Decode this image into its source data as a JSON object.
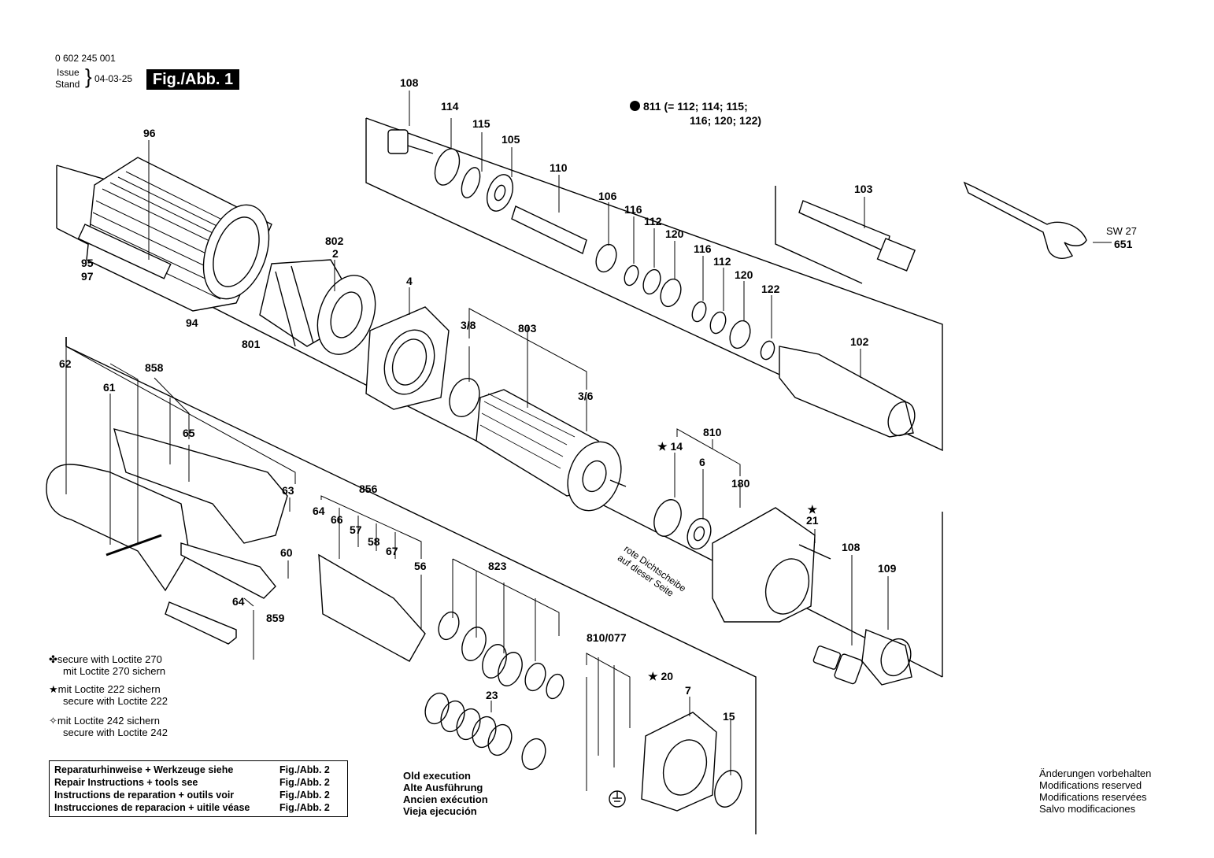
{
  "header": {
    "part_number": "0 602 245 001",
    "issue_label": "Issue",
    "stand_label": "Stand",
    "issue_date": "04-03-25",
    "figure_label": "Fig./Abb. 1"
  },
  "set_note": {
    "line1": "811 (= 112; 114; 115;",
    "line2": "116; 120; 122)"
  },
  "callouts": [
    {
      "id": "c96",
      "text": "96"
    },
    {
      "id": "c95",
      "text": "95"
    },
    {
      "id": "c97",
      "text": "97"
    },
    {
      "id": "c94",
      "text": "94"
    },
    {
      "id": "c801",
      "text": "801"
    },
    {
      "id": "c802",
      "text": "802"
    },
    {
      "id": "c2",
      "text": "2"
    },
    {
      "id": "c4",
      "text": "4"
    },
    {
      "id": "c108a",
      "text": "108"
    },
    {
      "id": "c114",
      "text": "114"
    },
    {
      "id": "c115",
      "text": "115"
    },
    {
      "id": "c105",
      "text": "105"
    },
    {
      "id": "c110",
      "text": "110"
    },
    {
      "id": "c106",
      "text": "106"
    },
    {
      "id": "c116a",
      "text": "116"
    },
    {
      "id": "c112a",
      "text": "112"
    },
    {
      "id": "c120a",
      "text": "120"
    },
    {
      "id": "c116b",
      "text": "116"
    },
    {
      "id": "c112b",
      "text": "112"
    },
    {
      "id": "c120b",
      "text": "120"
    },
    {
      "id": "c122",
      "text": "122"
    },
    {
      "id": "c103",
      "text": "103"
    },
    {
      "id": "csw",
      "text": "SW 27"
    },
    {
      "id": "c651",
      "text": "651"
    },
    {
      "id": "c102",
      "text": "102"
    },
    {
      "id": "c38",
      "text": "3/8"
    },
    {
      "id": "c803",
      "text": "803"
    },
    {
      "id": "c36",
      "text": "3/6"
    },
    {
      "id": "c810",
      "text": "810"
    },
    {
      "id": "c14",
      "text": "14"
    },
    {
      "id": "c6",
      "text": "6"
    },
    {
      "id": "c180",
      "text": "180"
    },
    {
      "id": "c21",
      "text": "21"
    },
    {
      "id": "c108b",
      "text": "108"
    },
    {
      "id": "c109",
      "text": "109"
    },
    {
      "id": "c62",
      "text": "62"
    },
    {
      "id": "c61",
      "text": "61"
    },
    {
      "id": "c858",
      "text": "858"
    },
    {
      "id": "c65",
      "text": "65"
    },
    {
      "id": "c63",
      "text": "63"
    },
    {
      "id": "c856",
      "text": "856"
    },
    {
      "id": "c64a",
      "text": "64"
    },
    {
      "id": "c66",
      "text": "66"
    },
    {
      "id": "c57",
      "text": "57"
    },
    {
      "id": "c58",
      "text": "58"
    },
    {
      "id": "c67",
      "text": "67"
    },
    {
      "id": "c56",
      "text": "56"
    },
    {
      "id": "c60",
      "text": "60"
    },
    {
      "id": "c64b",
      "text": "64"
    },
    {
      "id": "c859",
      "text": "859"
    },
    {
      "id": "c823",
      "text": "823"
    },
    {
      "id": "c23",
      "text": "23"
    },
    {
      "id": "c810077",
      "text": "810/077"
    },
    {
      "id": "c20",
      "text": "20"
    },
    {
      "id": "c7",
      "text": "7"
    },
    {
      "id": "c15",
      "text": "15"
    }
  ],
  "seal_note": {
    "line1": "rote Dichtscheibe",
    "line2": "auf dieser Seite"
  },
  "legend": [
    {
      "symbol": "✤",
      "line1": "secure with Loctite 270",
      "line2": "mit Loctite 270 sichern"
    },
    {
      "symbol": "★",
      "line1": "mit Loctite 222 sichern",
      "line2": "secure with Loctite 222"
    },
    {
      "symbol": "✧",
      "line1": "mit Loctite 242 sichern",
      "line2": "secure with Loctite 242"
    }
  ],
  "repair_box": [
    {
      "text": "Reparaturhinweise + Werkzeuge siehe",
      "ref": "Fig./Abb. 2"
    },
    {
      "text": "Repair Instructions + tools see",
      "ref": "Fig./Abb. 2"
    },
    {
      "text": "Instructions de reparation + outils voir",
      "ref": "Fig./Abb. 2"
    },
    {
      "text": "Instrucciones de reparacion + uitile véase",
      "ref": "Fig./Abb. 2"
    }
  ],
  "old_execution": [
    "Old execution",
    "Alte Ausführung",
    "Ancien exécution",
    "Vieja ejecución"
  ],
  "modifications": [
    "Änderungen vorbehalten",
    "Modifications reserved",
    "Modifications reservées",
    "Salvo modificaciones"
  ]
}
